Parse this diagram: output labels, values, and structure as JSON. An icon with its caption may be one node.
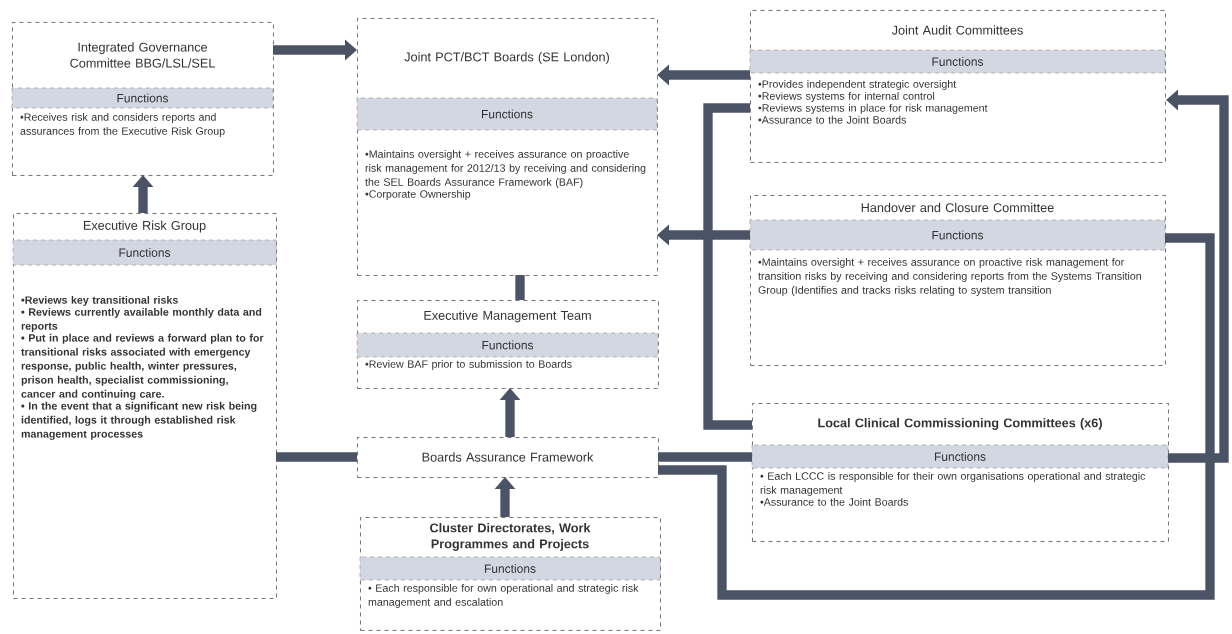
{
  "diagram": {
    "nodes": [
      {
        "text": [
          "Integrated Governance Committee BBG/LSL/SEL",
          "Functions",
          "•Receives risk and considers reports and assurances from the Executive Risk Group"
        ]
      },
      {
        "text": [
          "Joint PCT/BCT Boards (SE London)",
          "Functions",
          "•Maintains oversight + receives assurance on proactive risk management for 2012/13 by receiving and considering the SEL Boards Assurance Framework (BAF)",
          "•Corporate Ownership"
        ]
      },
      {
        "text": [
          "Joint Audit Committees",
          "Functions",
          "•Provides independent strategic oversight",
          "•Reviews systems for internal control",
          "•Reviews systems in place for risk management",
          "•Assurance to the Joint Boards"
        ]
      },
      {
        "text": [
          "Executive Risk Group",
          "Functions",
          "•Reviews key transitional risks",
          "• Reviews currently available monthly data and reports",
          "• Put in place and reviews a forward plan to for transitional risks associated with emergency response, public health, winter pressures, prison health, specialist commissioning, cancer and continuing care.",
          "• In the event that a significant new risk being identified, logs it through established risk management processes"
        ]
      },
      {
        "text": [
          "Handover and Closure Committee",
          "Functions",
          "•Maintains oversight + receives assurance on proactive risk management for transition risks by receiving and considering reports from the Systems Transition Group (Identifies and tracks risks relating to system transition"
        ]
      },
      {
        "text": [
          "Executive Management Team",
          "Functions",
          "•Review BAF prior to submission to Boards"
        ]
      },
      {
        "text": [
          "Boards Assurance Framework"
        ]
      },
      {
        "text": [
          "Local Clinical Commissioning Committees (x6)",
          "Functions",
          "• Each LCCC is responsible for their own organisations operational and strategic risk management",
          "•Assurance to the Joint Boards"
        ]
      },
      {
        "text": [
          "Cluster Directorates, Work Programmes and Projects",
          "Functions",
          "• Each responsible for own operational and strategic risk management and escalation"
        ]
      }
    ],
    "edges": [
      {
        "from": 3,
        "to": 0,
        "arrow": "to"
      },
      {
        "from": 0,
        "to": 1,
        "arrow": "to"
      },
      {
        "from": 2,
        "to": 1,
        "arrow": "to"
      },
      {
        "from": 4,
        "to": 1,
        "arrow": "to"
      },
      {
        "from": 5,
        "to": 1,
        "arrow": "none"
      },
      {
        "from": 6,
        "to": 5,
        "arrow": "to"
      },
      {
        "from": 8,
        "to": 6,
        "arrow": "to"
      },
      {
        "from": 3,
        "to": 6,
        "arrow": "none"
      },
      {
        "from": 6,
        "to": 7,
        "arrow": "none"
      },
      {
        "from": 4,
        "to": 6,
        "arrow": "none"
      },
      {
        "from": 7,
        "to": 2,
        "arrow": "to"
      },
      {
        "from": 2,
        "to": 7,
        "arrow": "none"
      }
    ]
  }
}
